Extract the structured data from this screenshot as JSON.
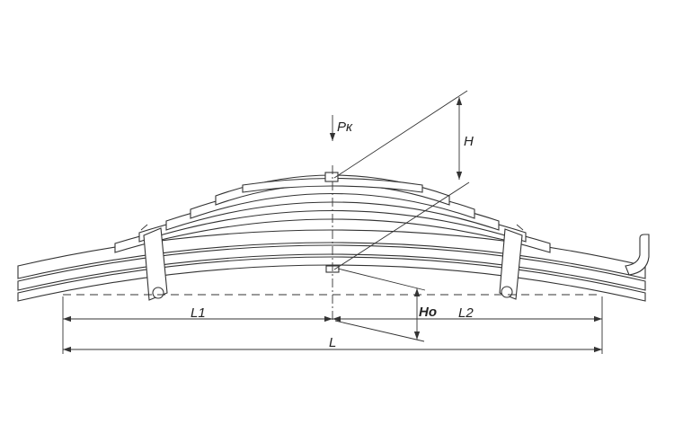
{
  "labels": {
    "load": "Pк",
    "rise_h": "H",
    "rise_ho": "Ho",
    "l1": "L1",
    "l2": "L2",
    "l": "L"
  },
  "colors": {
    "line": "#333333",
    "text": "#222222",
    "background": "#ffffff"
  }
}
